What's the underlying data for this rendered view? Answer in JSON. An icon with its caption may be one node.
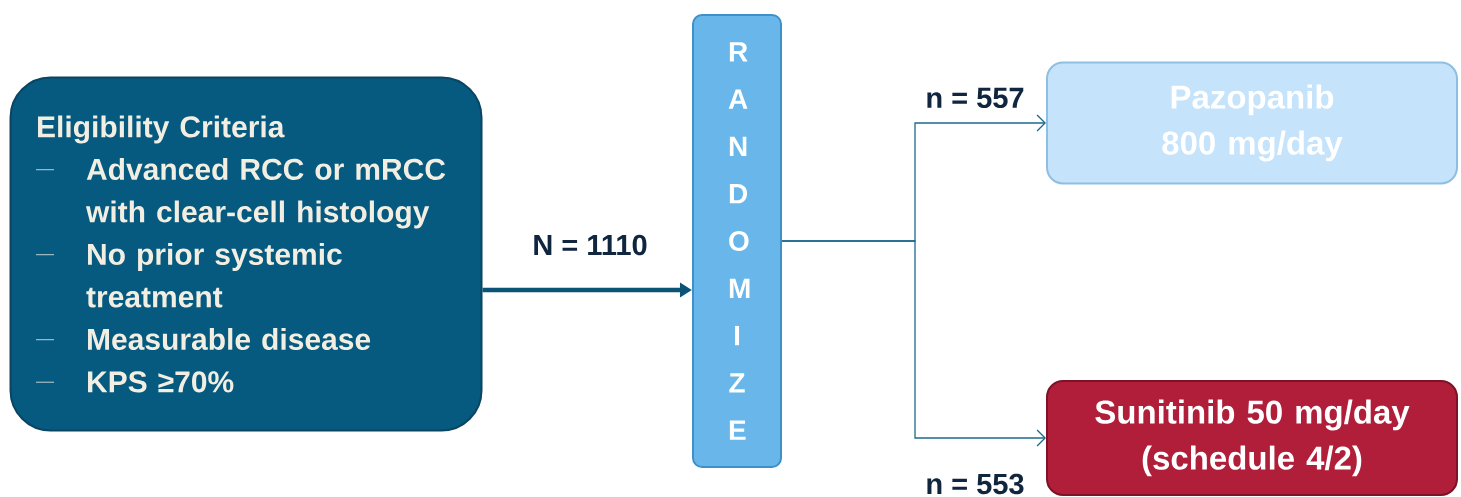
{
  "diagram": {
    "nodes": [
      {
        "text": [
          "Eligibility Criteria",
          "Advanced RCC or mRCC with clear-cell histology",
          "No prior systemic treatment",
          "Measurable disease",
          "KPS ≥70%"
        ]
      },
      {
        "text": [
          "R A N D O M I Z E"
        ]
      },
      {
        "text": [
          "Pazopanib 800 mg/day"
        ]
      },
      {
        "text": [
          "Sunitinib 50 mg/day (schedule 4/2)"
        ]
      }
    ],
    "edges": [
      {
        "from": 0,
        "to": 1,
        "arrow": "to",
        "label": "N = 1110",
        "style": "thick",
        "color": "#0b5475"
      },
      {
        "from": 1,
        "to": 2,
        "arrow": "to",
        "label": "n = 557",
        "color": "#1d6a8c"
      },
      {
        "from": 1,
        "to": 3,
        "arrow": "to",
        "label": "n = 553",
        "color": "#1d6a8c"
      }
    ]
  }
}
